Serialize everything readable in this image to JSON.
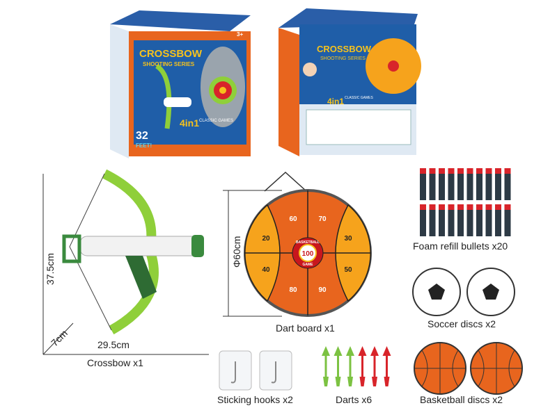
{
  "boxes": [
    {
      "title": "CROSSBOW",
      "subtitle": "SHOOTING SERIES",
      "badge": "4in1",
      "badge_sub": "CLASSIC GAMES",
      "distance": "32",
      "distance_unit": "FEET!",
      "age": "3+"
    },
    {
      "title": "CROSSBOW",
      "subtitle": "SHOOTING SERIES",
      "badge": "4in1",
      "badge_sub": "CLASSIC GAMES"
    }
  ],
  "crossbow": {
    "label": "Crossbow x1",
    "height": "37.5cm",
    "width": "29.5cm",
    "depth": "7cm"
  },
  "dartboard": {
    "label": "Dart board x1",
    "diameter": "Φ60cm",
    "scores": [
      "60",
      "70",
      "20",
      "30",
      "40",
      "50",
      "80",
      "90"
    ],
    "center_top": "BASKETBALL",
    "center_value": "100",
    "center_bottom": "GAME"
  },
  "items": {
    "bullets": "Foam refill bullets x20",
    "soccer": "Soccer discs x2",
    "hooks": "Sticking hooks x2",
    "darts": "Darts x6",
    "basketball": "Basketball discs x2"
  },
  "colors": {
    "orange": "#e8651e",
    "light_orange": "#f6a31c",
    "blue": "#1f5ea8",
    "green": "#8fcf3a",
    "dark_green": "#2e6b33",
    "bullet": "#2d3a45",
    "bullet_tip": "#d8242a"
  }
}
